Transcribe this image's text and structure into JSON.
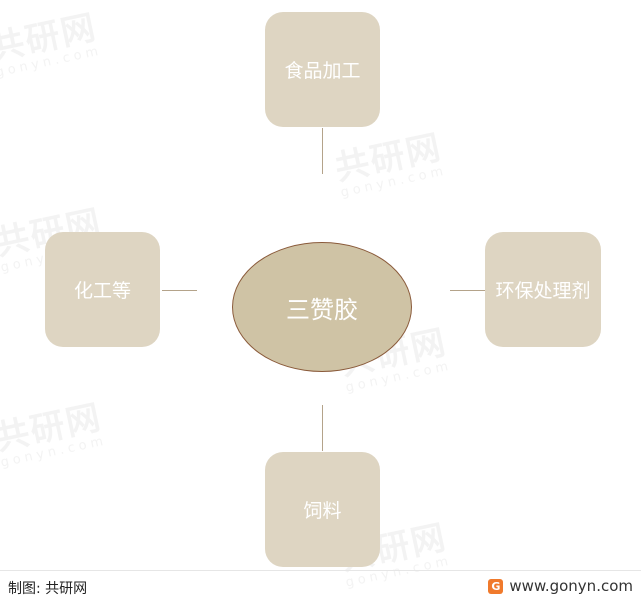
{
  "watermark": {
    "brand": "共研网",
    "domain": "gonyn.com"
  },
  "diagram": {
    "center": "三赞胶",
    "top": "食品加工",
    "right": "环保处理剂",
    "bottom": "饲料",
    "left": "化工等"
  },
  "footer": {
    "credit": "制图: 共研网",
    "website": "www.gonyn.com"
  },
  "colors": {
    "node_fill": "#ded5c2",
    "center_fill": "#cfc3a5",
    "center_border": "#8a5a3a",
    "connector": "#b4a38a",
    "logo": "#f07a2c"
  }
}
